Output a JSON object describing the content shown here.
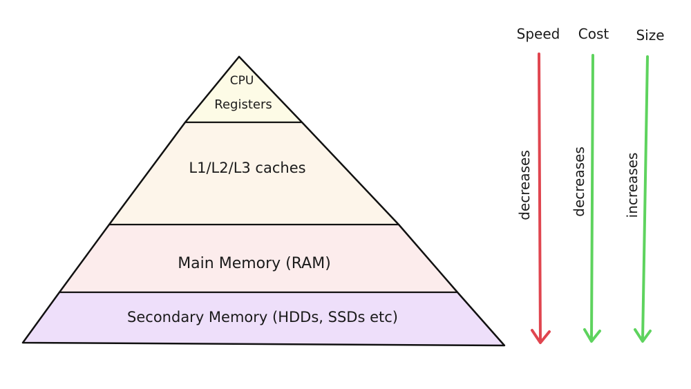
{
  "pyramid": {
    "levels": [
      {
        "line1": "CPU",
        "line2": "Registers",
        "fill": "#fdfbe6"
      },
      {
        "label": "L1/L2/L3 caches",
        "fill": "#fdf5ea"
      },
      {
        "label": "Main Memory (RAM)",
        "fill": "#fcecec"
      },
      {
        "label": "Secondary Memory (HDDs, SSDs etc)",
        "fill": "#eedffa"
      }
    ]
  },
  "trends": [
    {
      "title": "Speed",
      "direction_label": "decreases",
      "color": "#e0454f"
    },
    {
      "title": "Cost",
      "direction_label": "decreases",
      "color": "#5ed35e"
    },
    {
      "title": "Size",
      "direction_label": "increases",
      "color": "#5ed35e"
    }
  ]
}
